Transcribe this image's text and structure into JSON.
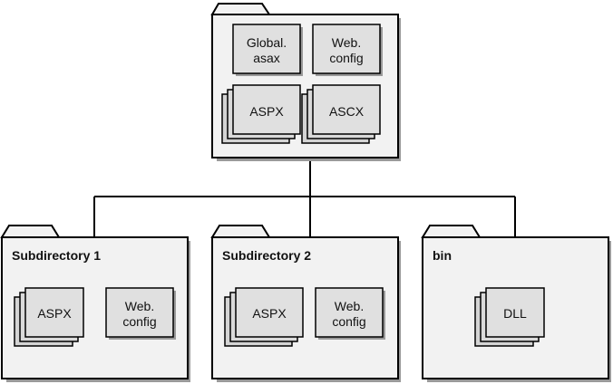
{
  "root": {
    "files": [
      {
        "lines": [
          "Global.",
          "asax"
        ]
      },
      {
        "lines": [
          "Web.",
          "config"
        ]
      }
    ],
    "stacks": [
      {
        "label": "ASPX"
      },
      {
        "label": "ASCX"
      }
    ]
  },
  "subdirectory1": {
    "title": "Subdirectory 1",
    "stack": {
      "label": "ASPX"
    },
    "file": {
      "lines": [
        "Web.",
        "config"
      ]
    }
  },
  "subdirectory2": {
    "title": "Subdirectory 2",
    "stack": {
      "label": "ASPX"
    },
    "file": {
      "lines": [
        "Web.",
        "config"
      ]
    }
  },
  "bin": {
    "title": "bin",
    "stack": {
      "label": "DLL"
    }
  }
}
